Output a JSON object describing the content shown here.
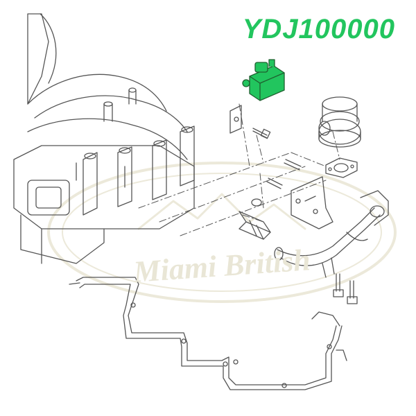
{
  "part_number": "YDJ100000",
  "watermark": {
    "text": "Miami British",
    "color": "#e9e6d6"
  },
  "colors": {
    "highlight": "#22c55e",
    "line": "#555555",
    "background": "#ffffff"
  },
  "parts": [
    {
      "name": "intake-manifold",
      "highlighted": false
    },
    {
      "name": "egr-valve-solenoid",
      "highlighted": true
    },
    {
      "name": "mounting-bracket-small",
      "highlighted": false
    },
    {
      "name": "bolt",
      "highlighted": false
    },
    {
      "name": "air-valve",
      "highlighted": false
    },
    {
      "name": "gasket",
      "highlighted": false
    },
    {
      "name": "stud",
      "highlighted": false
    },
    {
      "name": "pipe-bracket",
      "highlighted": false
    },
    {
      "name": "union-fitting",
      "highlighted": false
    },
    {
      "name": "air-pipe-assembly",
      "highlighted": false
    },
    {
      "name": "vacuum-hose-harness",
      "highlighted": false
    }
  ]
}
